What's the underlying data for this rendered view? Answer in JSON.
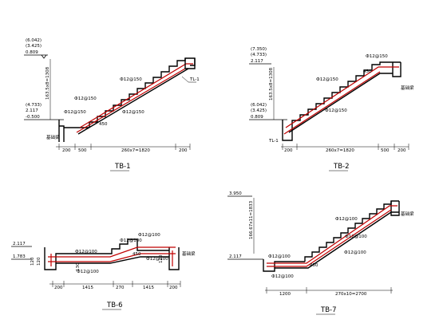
{
  "panels": {
    "tb1": {
      "title": "TB-1",
      "elev_top": [
        "(6.042)",
        "(3.425)",
        "0.809"
      ],
      "elev_bot": [
        "(4.733)",
        "2.117",
        "-0.500"
      ],
      "vertical_dim": "163.5x8=1308",
      "rebar_top": "Ф12@150",
      "rebar_mid": "Ф12@150",
      "rebar_low": "Ф12@150",
      "rebar_bot": "Ф12@150",
      "dim_450": "450",
      "beam_label": "TL-1",
      "side_label": "基础梁",
      "dims": [
        "200",
        "500",
        "260x7=1820",
        "200"
      ]
    },
    "tb2": {
      "title": "TB-2",
      "elev_top": [
        "(7.350)",
        "(4.733)",
        "2.117"
      ],
      "elev_bot": [
        "(6.042)",
        "(3.425)",
        "0.809"
      ],
      "vertical_dim": "163.5x8=1308",
      "rebar_top": "Ф12@150",
      "rebar_mid": "Ф12@150",
      "rebar_bot": "Ф12@150",
      "dim_450": "450",
      "beam_label": "TL-1",
      "side_label": "基础梁",
      "dims": [
        "200",
        "260x7=1820",
        "500",
        "200"
      ]
    },
    "tb6": {
      "title": "TB-6",
      "elev": [
        "2.117",
        "1.783"
      ],
      "rebars": [
        "Ф12@100",
        "Ф12@100",
        "Ф12@100",
        "Ф12@100",
        "Ф12@100"
      ],
      "dim_450": "450",
      "vert_labels": [
        "120",
        "120",
        "130",
        "120"
      ],
      "side_label": "基础梁",
      "dims": [
        "200",
        "1415",
        "270",
        "1415",
        "200"
      ]
    },
    "tb7": {
      "title": "TB-7",
      "elev_top": "3.950",
      "elev_bot": "2.117",
      "vertical_dim": "166.67x11=1833",
      "rebar_top": "Ф12@100",
      "rebar_mid": "Ф12@100",
      "rebar_bot": "Ф12@100",
      "rebar_low": "Ф12@100",
      "dim_450": "450",
      "side_label": "基础梁",
      "dims": [
        "1200",
        "270x10=2700"
      ]
    }
  }
}
